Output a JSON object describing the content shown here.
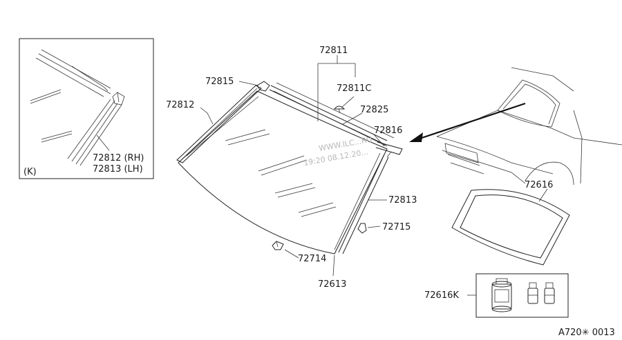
{
  "watermark": {
    "line1": "WWW.ILC...RU",
    "line2": "19:20 08.12.20..."
  },
  "inset": {
    "view_label": "(K)",
    "part_rh": "72812 (RH)",
    "part_lh": "72813 (LH)"
  },
  "callouts": {
    "p72811": "72811",
    "p72811c": "72811C",
    "p72815": "72815",
    "p72812": "72812",
    "p72825": "72825",
    "p72816": "72816",
    "p72813": "72813",
    "p72715": "72715",
    "p72714": "72714",
    "p72613": "72613",
    "p72616": "72616",
    "p72616k": "72616K"
  },
  "diagram_code": "A720✳ 0013"
}
